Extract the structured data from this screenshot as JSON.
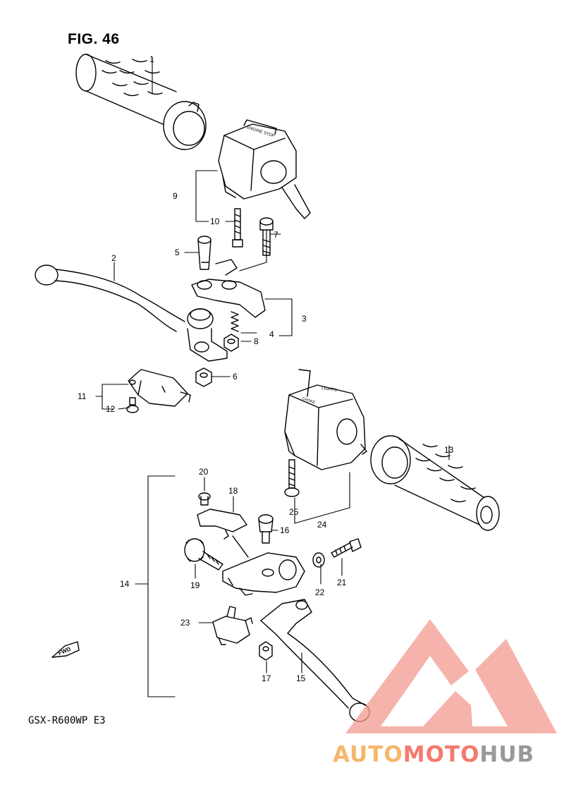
{
  "figure": {
    "title": "FIG. 46",
    "model": "GSX-R600WP E3",
    "fwd_label": "FWD"
  },
  "watermark": {
    "part1": "AUTO",
    "part2": "MOTO",
    "part3": "HUB",
    "colors": {
      "part1": "#f6b66b",
      "part2": "#f47a6e",
      "part3": "#999999",
      "logo": "#f26b5f"
    }
  },
  "engraving": {
    "right_switch": "ENGINE STOP",
    "left_switch_top": "LIGHTS",
    "left_switch_side": "CHOKE"
  },
  "callouts": [
    "1",
    "2",
    "3",
    "4",
    "5",
    "6",
    "7",
    "8",
    "9",
    "10",
    "11",
    "12",
    "13",
    "14",
    "15",
    "16",
    "17",
    "18",
    "19",
    "20",
    "21",
    "22",
    "23",
    "24",
    "25"
  ]
}
